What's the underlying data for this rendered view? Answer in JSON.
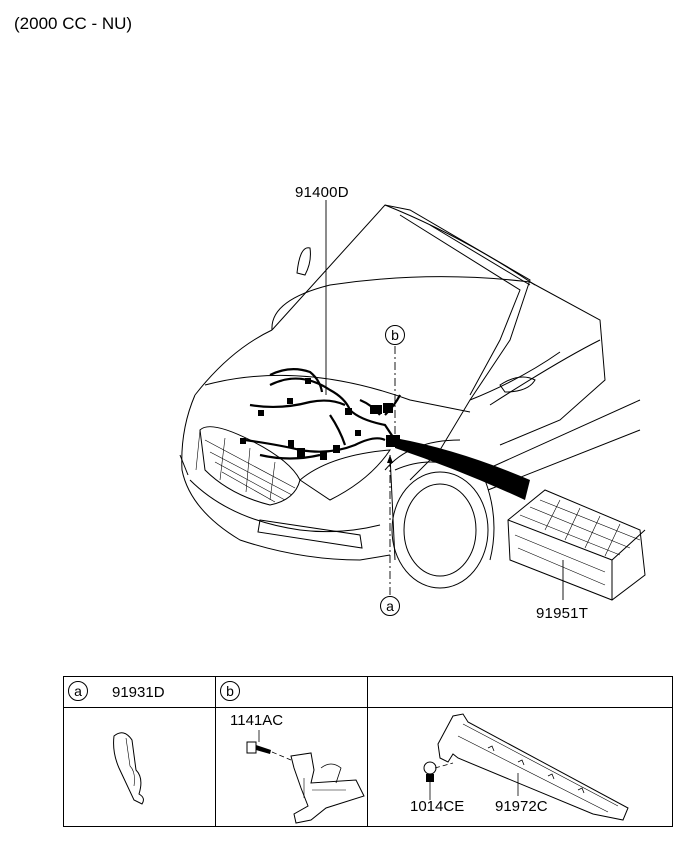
{
  "engine": "(2000 CC - NU)",
  "parts": {
    "harness": "91400D",
    "junction_box": "91951T"
  },
  "callouts": {
    "a": "a",
    "b": "b"
  },
  "legend": {
    "col_a": {
      "tag": "a",
      "part": "91931D"
    },
    "col_b": {
      "tag": "b",
      "bolt": "1141AC"
    },
    "col_c": {
      "bolt": "1014CE",
      "protector": "91972C"
    }
  }
}
